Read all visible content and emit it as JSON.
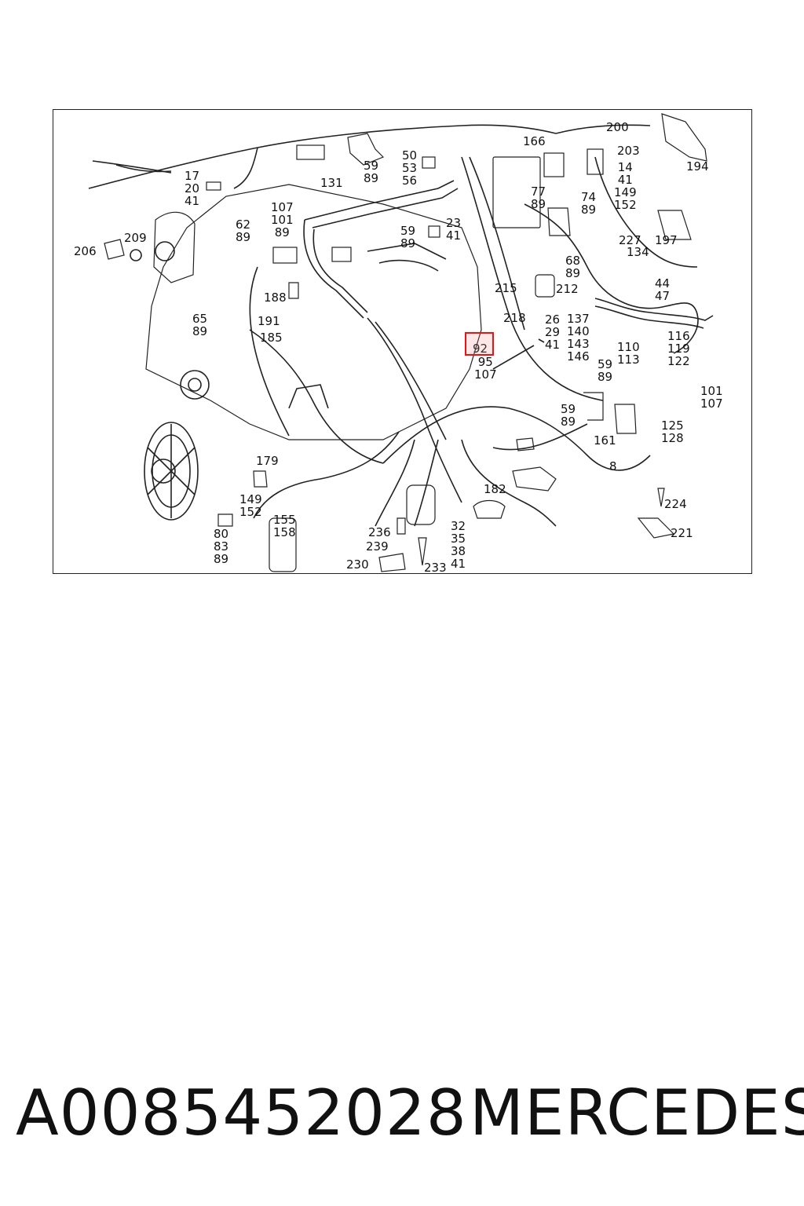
{
  "diagram": {
    "highlighted_callout": "92",
    "callouts": [
      {
        "id": "c17",
        "text": "17\n20\n41"
      },
      {
        "id": "c209",
        "text": "209"
      },
      {
        "id": "c206",
        "text": "206"
      },
      {
        "id": "c62",
        "text": "62\n89"
      },
      {
        "id": "c107",
        "text": "107\n101\n89"
      },
      {
        "id": "c131",
        "text": "131"
      },
      {
        "id": "c59a",
        "text": "59\n89"
      },
      {
        "id": "c50",
        "text": "50\n53\n56"
      },
      {
        "id": "c23",
        "text": "23\n41"
      },
      {
        "id": "c59b",
        "text": "59\n89"
      },
      {
        "id": "c166",
        "text": "166"
      },
      {
        "id": "c200",
        "text": "200"
      },
      {
        "id": "c203",
        "text": "203"
      },
      {
        "id": "c194",
        "text": "194"
      },
      {
        "id": "c14",
        "text": "14\n41\n149\n152"
      },
      {
        "id": "c77",
        "text": "77\n89"
      },
      {
        "id": "c74",
        "text": "74\n89"
      },
      {
        "id": "c227",
        "text": "227"
      },
      {
        "id": "c134",
        "text": "134"
      },
      {
        "id": "c197",
        "text": "197"
      },
      {
        "id": "c68",
        "text": "68\n89"
      },
      {
        "id": "c44",
        "text": "44\n47"
      },
      {
        "id": "c188",
        "text": "188"
      },
      {
        "id": "c65",
        "text": "65\n89"
      },
      {
        "id": "c191",
        "text": "191"
      },
      {
        "id": "c185",
        "text": "185"
      },
      {
        "id": "c215",
        "text": "215"
      },
      {
        "id": "c212",
        "text": "212"
      },
      {
        "id": "c218",
        "text": "218"
      },
      {
        "id": "c26",
        "text": "26\n29\n41"
      },
      {
        "id": "c137",
        "text": "137\n140\n143\n146"
      },
      {
        "id": "c116",
        "text": "116\n119\n122"
      },
      {
        "id": "c95",
        "text": "95\n107"
      },
      {
        "id": "c110",
        "text": "110\n113"
      },
      {
        "id": "c59c",
        "text": "59\n89"
      },
      {
        "id": "c101",
        "text": "101\n107"
      },
      {
        "id": "c59d",
        "text": "59\n89"
      },
      {
        "id": "c125",
        "text": "125\n128"
      },
      {
        "id": "c161",
        "text": "161"
      },
      {
        "id": "c8",
        "text": "8"
      },
      {
        "id": "c179",
        "text": "179"
      },
      {
        "id": "c149",
        "text": "149\n152"
      },
      {
        "id": "c155",
        "text": "155\n158"
      },
      {
        "id": "c80",
        "text": "80\n83\n89"
      },
      {
        "id": "c182",
        "text": "182"
      },
      {
        "id": "c224",
        "text": "224"
      },
      {
        "id": "c221",
        "text": "221"
      },
      {
        "id": "c236",
        "text": "236"
      },
      {
        "id": "c239",
        "text": "239"
      },
      {
        "id": "c230",
        "text": "230"
      },
      {
        "id": "c233",
        "text": "233"
      },
      {
        "id": "c32",
        "text": "32\n35\n38\n41"
      }
    ]
  },
  "footer": {
    "part_number": "A0085452028",
    "brand": "MERCEDES"
  }
}
